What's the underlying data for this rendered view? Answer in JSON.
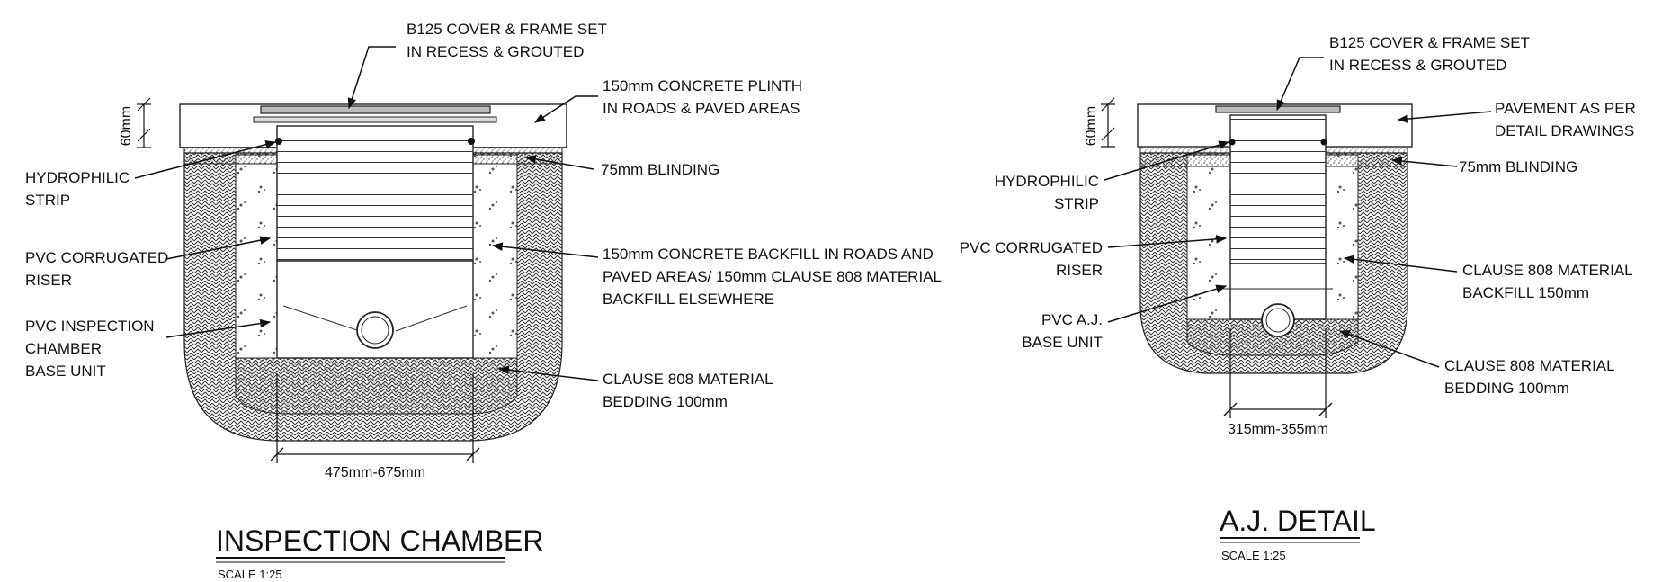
{
  "inspection_chamber": {
    "title": "INSPECTION CHAMBER",
    "scale": "SCALE 1:25",
    "width_dim": "475mm-675mm",
    "depth_dim": "60mm",
    "labels": {
      "cover": [
        "B125 COVER & FRAME SET",
        "IN RECESS & GROUTED"
      ],
      "plinth": [
        "150mm CONCRETE PLINTH",
        "IN ROADS & PAVED AREAS"
      ],
      "blinding": [
        "75mm BLINDING"
      ],
      "backfill": [
        "150mm CONCRETE BACKFILL IN ROADS AND",
        "PAVED AREAS/ 150mm CLAUSE 808 MATERIAL",
        "BACKFILL ELSEWHERE"
      ],
      "bedding": [
        "CLAUSE 808 MATERIAL",
        "BEDDING 100mm"
      ],
      "hydrophilic": [
        "HYDROPHILIC",
        "STRIP"
      ],
      "riser": [
        "PVC CORRUGATED",
        "RISER"
      ],
      "base": [
        "PVC INSPECTION",
        "CHAMBER",
        "BASE UNIT"
      ]
    }
  },
  "aj_detail": {
    "title": "A.J. DETAIL",
    "scale": "SCALE 1:25",
    "width_dim": "315mm-355mm",
    "depth_dim": "60mm",
    "labels": {
      "cover": [
        "B125 COVER & FRAME SET",
        "IN RECESS & GROUTED"
      ],
      "pavement": [
        "PAVEMENT AS PER",
        "DETAIL DRAWINGS"
      ],
      "blinding": [
        "75mm BLINDING"
      ],
      "backfill": [
        "CLAUSE 808 MATERIAL",
        "BACKFILL 150mm"
      ],
      "bedding": [
        "CLAUSE 808 MATERIAL",
        "BEDDING 100mm"
      ],
      "hydrophilic": [
        "HYDROPHILIC",
        "STRIP"
      ],
      "riser": [
        "PVC CORRUGATED",
        "RISER"
      ],
      "base": [
        "PVC A.J.",
        "BASE UNIT"
      ]
    }
  }
}
